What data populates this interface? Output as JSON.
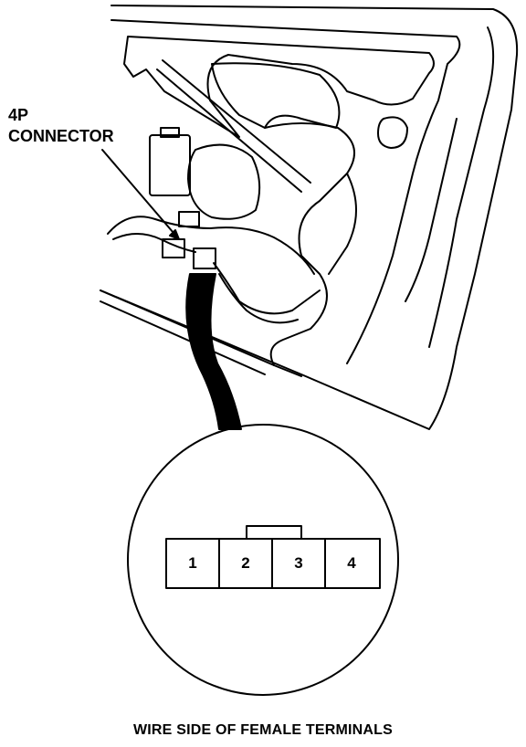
{
  "callout": {
    "line1": "4P",
    "line2": "CONNECTOR"
  },
  "connector_face": {
    "terminals": [
      "1",
      "2",
      "3",
      "4"
    ]
  },
  "caption": "WIRE SIDE OF FEMALE TERMINALS"
}
